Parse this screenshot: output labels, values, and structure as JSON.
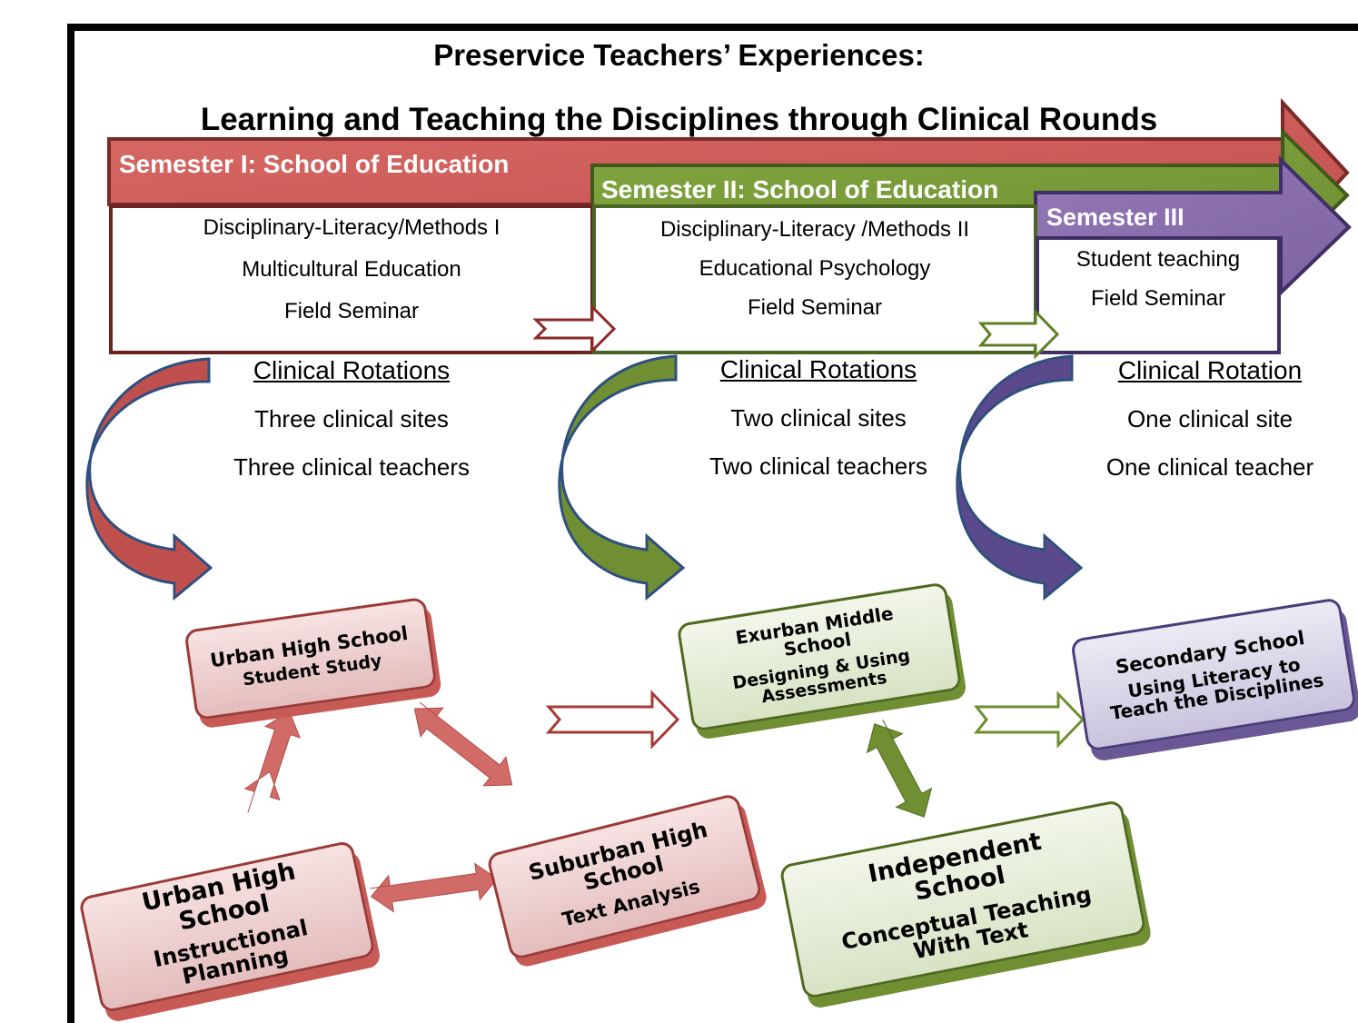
{
  "title": {
    "line1": "Preservice Teachers’ Experiences:",
    "line2": "Learning and Teaching the Disciplines through Clinical Rounds"
  },
  "semesters": [
    {
      "label": "Semester I: School of Education",
      "courses": [
        "Disciplinary-Literacy/Methods I",
        "Multicultural Education",
        "Field Seminar"
      ],
      "color": "#c0504d"
    },
    {
      "label": "Semester II: School of Education",
      "courses": [
        "Disciplinary-Literacy /Methods II",
        "Educational Psychology",
        "Field Seminar"
      ],
      "color": "#6f8f32"
    },
    {
      "label": "Semester III",
      "courses": [
        "Student teaching",
        "Field Seminar"
      ],
      "color": "#8064a2"
    }
  ],
  "rotations": [
    {
      "heading": "Clinical Rotations",
      "sites": "Three clinical sites",
      "teachers": "Three clinical teachers"
    },
    {
      "heading": "Clinical Rotations",
      "sites": "Two clinical sites",
      "teachers": "Two clinical teachers"
    },
    {
      "heading": "Clinical Rotation",
      "sites": "One clinical site",
      "teachers": "One clinical teacher"
    }
  ],
  "schools": {
    "urban_student_study": {
      "name": "Urban High School",
      "focus": "Student Study"
    },
    "urban_instructional": {
      "name": "Urban High School",
      "focus": "Instructional Planning"
    },
    "suburban": {
      "name": "Suburban High School",
      "focus": "Text Analysis"
    },
    "exurban": {
      "name": "Exurban Middle School",
      "focus": "Designing & Using Assessments"
    },
    "independent": {
      "name": "Independent School",
      "focus": "Conceptual Teaching With Text"
    },
    "secondary": {
      "name": "Secondary School",
      "focus": "Using Literacy to Teach the Disciplines"
    }
  }
}
